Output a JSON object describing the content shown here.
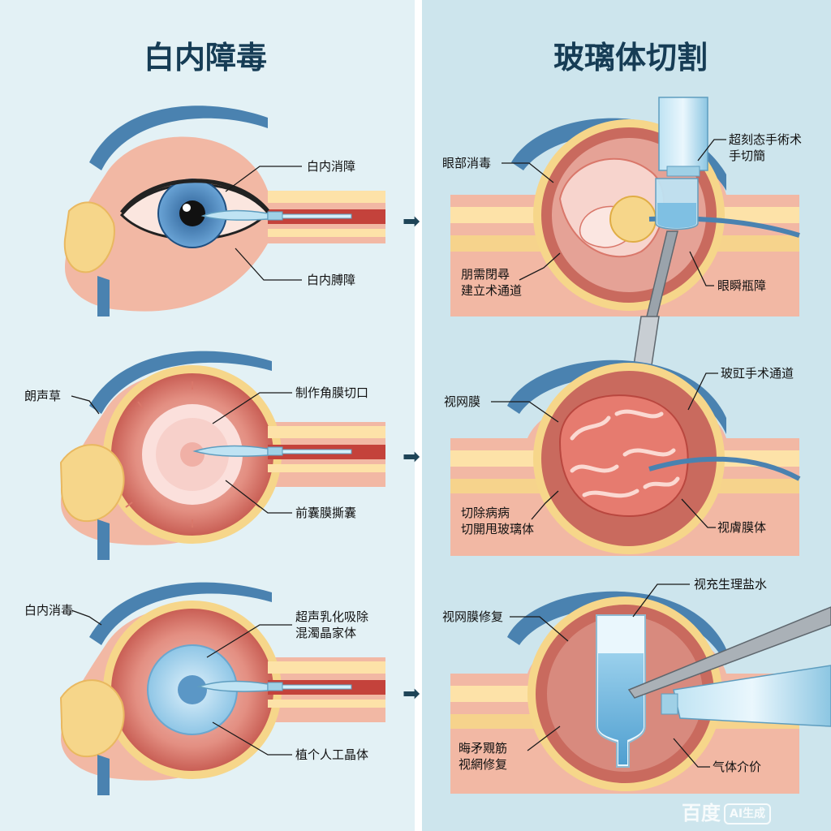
{
  "left_panel": {
    "title": "白内障毒",
    "steps": [
      {
        "labels": [
          "白内消障",
          "白内膊障"
        ]
      },
      {
        "labels": [
          "朗声草",
          "制作角膜切口",
          "前囊膜撕囊"
        ]
      },
      {
        "labels": [
          "白内消毒",
          "超声乳化吸除\n混濁晶家体",
          "植个人工晶体"
        ]
      }
    ]
  },
  "right_panel": {
    "title": "玻璃体切割",
    "steps": [
      {
        "labels": [
          "眼部消毒",
          "超刻态手術术\n手切簡",
          "朋需閉尋\n建立术通道",
          "眼瞬瓶障"
        ]
      },
      {
        "labels": [
          "视网膜",
          "玻豇手术通道",
          "切除病病\n切開甩玻璃体",
          "视膚膜体"
        ]
      },
      {
        "labels": [
          "视网膜修复",
          "视充生理盐水",
          "晦矛覭筋\n视網修复",
          "气体介价"
        ]
      }
    ]
  },
  "arrows": [
    "➡",
    "➡",
    "➡"
  ],
  "watermark": {
    "brand": "百度",
    "tag": "AI生成"
  },
  "colors": {
    "left_bg": "#e3f1f5",
    "right_bg": "#cde5ed",
    "title": "#163c55",
    "skin": "#f2b8a4",
    "bone": "#f6d68a",
    "sclera_blue": "#4a82b0",
    "eye_red": "#d9776a",
    "iris": "#3b7ab8",
    "instrument": "#9fd0e6"
  }
}
